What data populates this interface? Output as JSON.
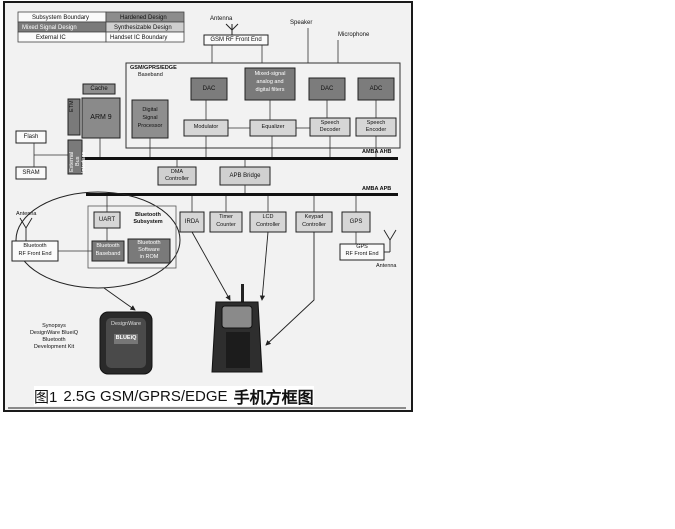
{
  "legend": {
    "items": [
      "Subsystem Boundary",
      "Hardened Design",
      "Mixed Signal Design",
      "Synthesizable Design",
      "External IC",
      "Handset IC Boundary"
    ]
  },
  "labels": {
    "antenna_top": "Antenna",
    "speaker": "Speaker",
    "microphone": "Microphone",
    "gsm_rf": "GSM RF Front End",
    "subsystem_title": "GSM/GPRS/EDGE",
    "subsystem_subtitle": "Baseband",
    "cache": "Cache",
    "etm": "ETM",
    "arm9": "ARM 9",
    "dsp_l1": "Digital",
    "dsp_l2": "Signal",
    "dsp_l3": "Processor",
    "dac1": "DAC",
    "mod": "Modulator",
    "mixed_l1": "Mixed-signal",
    "mixed_l2": "analog and",
    "mixed_l3": "digital filters",
    "eq": "Equalizer",
    "dac2": "DAC",
    "sp_dec_l1": "Speech",
    "sp_dec_l2": "Decoder",
    "adc": "ADC",
    "sp_enc_l1": "Speech",
    "sp_enc_l2": "Encoder",
    "flash": "Flash",
    "sram": "SRAM",
    "ebi_l1": "External",
    "ebi_l2": "Bus",
    "ebi_l3": "Interface",
    "amba_ahb": "AMBA AHB",
    "dma_l1": "DMA",
    "dma_l2": "Controller",
    "apb_bridge": "APB Bridge",
    "amba_apb": "AMBA APB",
    "antenna_left": "Antenna",
    "uart": "UART",
    "bt_sub_l1": "Bluetooth",
    "bt_sub_l2": "Subsystem",
    "bt_rf_l1": "Bluetooth",
    "bt_rf_l2": "RF Front End",
    "bt_bb_l1": "Bluetooth",
    "bt_bb_l2": "Baseband",
    "bt_sw_l1": "Bluetooth",
    "bt_sw_l2": "Software",
    "bt_sw_l3": "in ROM",
    "irda": "IRDA",
    "timer_l1": "Timer",
    "timer_l2": "Counter",
    "lcd_l1": "LCD",
    "lcd_l2": "Controller",
    "keypad_l1": "Keypad",
    "keypad_l2": "Controller",
    "gps": "GPS",
    "gps_rf_l1": "GPS",
    "gps_rf_l2": "RF Front End",
    "antenna_right": "Antenna",
    "kit_l1": "Synopsys",
    "kit_l2": "DesignWare BlueiQ",
    "kit_l3": "Bluetooth",
    "kit_l4": "Development Kit",
    "device_brand": "DesignWare",
    "device_badge": "BLUEiQ"
  },
  "caption": {
    "figure_no": "图1",
    "title_latin": "2.5G GSM/GPRS/EDGE",
    "title_cjk": "手机方框图"
  }
}
